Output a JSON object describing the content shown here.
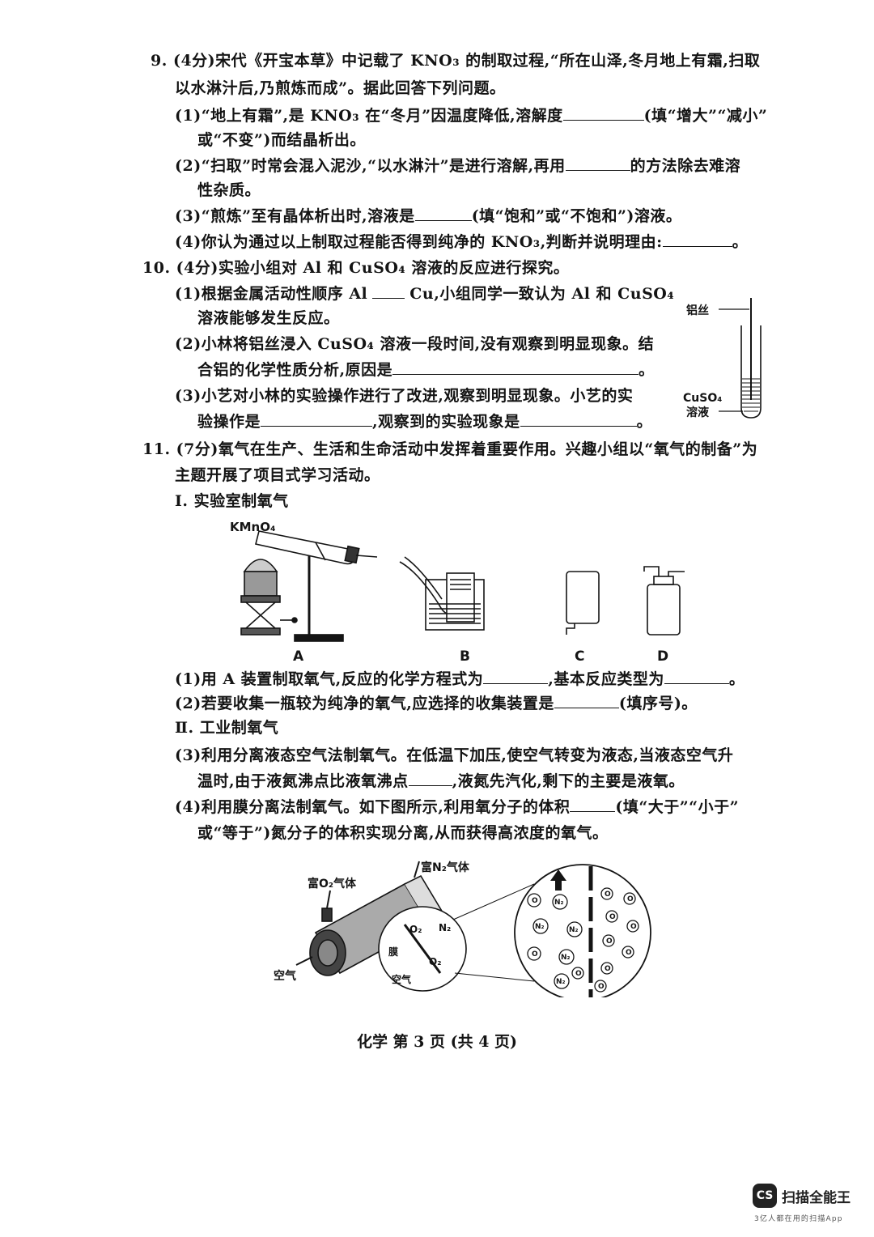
{
  "q9": {
    "stem1": "9. (4分)宋代《开宝本草》中记载了 KNO₃ 的制取过程,“所在山泽,冬月地上有霜,扫取",
    "stem2": "以水淋汁后,乃煎炼而成”。据此回答下列问题。",
    "p1a": "(1)“地上有霜”,是 KNO₃ 在“冬月”因温度降低,溶解度",
    "p1b": "(填“增大”“减小”",
    "p1c": "或“不变”)而结晶析出。",
    "p2a": "(2)“扫取”时常会混入泥沙,“以水淋汁”是进行溶解,再用",
    "p2b": "的方法除去难溶",
    "p2c": "性杂质。",
    "p3a": "(3)“煎炼”至有晶体析出时,溶液是",
    "p3b": "(填“饱和”或“不饱和”)溶液。",
    "p4a": "(4)你认为通过以上制取过程能否得到纯净的 KNO₃,判断并说明理由:",
    "p4b": "。"
  },
  "q10": {
    "stem": "10. (4分)实验小组对 Al 和 CuSO₄ 溶液的反应进行探究。",
    "p1a": "(1)根据金属活动性顺序 Al",
    "p1b": "Cu,小组同学一致认为 Al 和 CuSO₄",
    "p1c": "溶液能够发生反应。",
    "p2a": "(2)小林将铝丝浸入 CuSO₄ 溶液一段时间,没有观察到明显现象。结",
    "p2b": "合铝的化学性质分析,原因是",
    "p2c": "。",
    "p3a": "(3)小艺对小林的实验操作进行了改进,观察到明显现象。小艺的实",
    "p3b": "验操作是",
    "p3c": ",观察到的实验现象是",
    "p3d": "。",
    "fig_wire": "铝丝",
    "fig_sol1": "CuSO₄",
    "fig_sol2": "溶液"
  },
  "q11": {
    "stem1": "11. (7分)氧气在生产、生活和生命活动中发挥着重要作用。兴趣小组以“氧气的制备”为",
    "stem2": "主题开展了项目式学习活动。",
    "sec1": "Ⅰ. 实验室制氧气",
    "fig_kmno4": "KMnO₄",
    "label_a": "A",
    "label_b": "B",
    "label_c": "C",
    "label_d": "D",
    "p1a": "(1)用 A 装置制取氧气,反应的化学方程式为",
    "p1b": ",基本反应类型为",
    "p1c": "。",
    "p2a": "(2)若要收集一瓶较为纯净的氧气,应选择的收集装置是",
    "p2b": "(填序号)。",
    "sec2": "Ⅱ. 工业制氧气",
    "p3a": "(3)利用分离液态空气法制氧气。在低温下加压,使空气转变为液态,当液态空气升",
    "p3b": "温时,由于液氮沸点比液氧沸点",
    "p3c": ",液氮先汽化,剩下的主要是液氧。",
    "p4a": "(4)利用膜分离法制氧气。如下图所示,利用氧分子的体积",
    "p4b": "(填“大于”“小于”",
    "p4c": "或“等于”)氮分子的体积实现分离,从而获得高浓度的氧气。",
    "fig_o2": "富O₂气体",
    "fig_n2": "富N₂气体",
    "fig_air": "空气",
    "fig_air2": "空气",
    "fig_mo": "膜",
    "fig_o2s": "O₂",
    "fig_n2s": "N₂",
    "fig_o2s2": "O₂",
    "mol_o": "O",
    "mol_n": "N₂"
  },
  "footer": "化学  第 3 页 (共 4 页)",
  "watermark": {
    "logo": "CS",
    "name": "扫描全能王",
    "sub": "3亿人都在用的扫描App"
  }
}
